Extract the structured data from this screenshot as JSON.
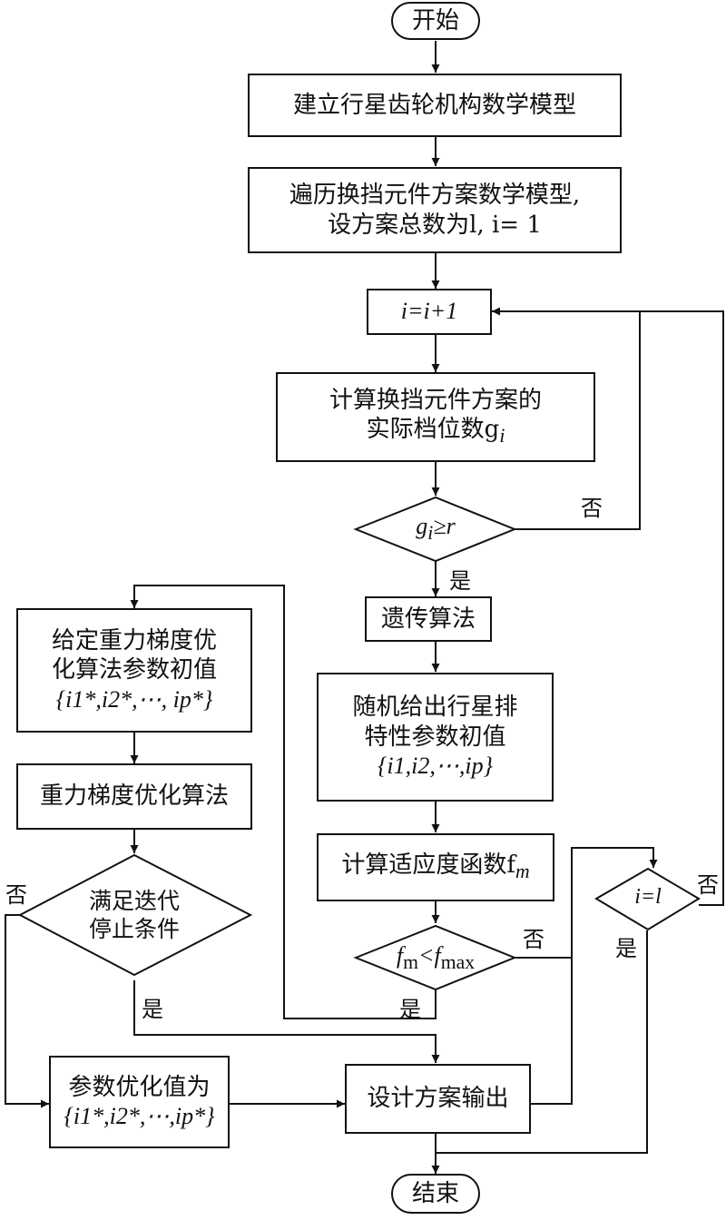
{
  "nodes": {
    "start": "开始",
    "build_model": "建立行星齿轮机构数学模型",
    "traverse_line1": "遍历换挡元件方案数学模型,",
    "traverse_line2": "设方案总数为l, i= 1",
    "increment": "i=i+1",
    "calc_gears_line1": "计算换挡元件方案的",
    "calc_gears_line2": "实际档位数g",
    "calc_gears_sub": "i",
    "decision_gi": "g",
    "decision_gi_sub": "i",
    "decision_gi_rest": "≥r",
    "genetic": "遗传算法",
    "random_init_line1": "随机给出行星排",
    "random_init_line2": "特性参数初值",
    "random_init_set": "{i1,i2,⋯,ip}",
    "fitness": "计算适应度函数f",
    "fitness_sub": "m",
    "decision_fm_a": "f",
    "decision_fm_sub1": "m",
    "decision_fm_mid": "<f",
    "decision_fm_sub2": "max",
    "decision_i_eq_l": "i=l",
    "gsa_init_line1": "给定重力梯度优",
    "gsa_init_line2": "化算法参数初值",
    "gsa_init_set": "{i1*,i2*,⋯, ip*}",
    "gsa": "重力梯度优化算法",
    "decision_stop_line1": "满足迭代",
    "decision_stop_line2": "停止条件",
    "param_opt_line1": "参数优化值为",
    "param_opt_set": "{i1*,i2*,⋯,ip*}",
    "output": "设计方案输出",
    "end": "结束"
  },
  "labels": {
    "no_gi": "否",
    "yes_gi": "是",
    "no_fm": "否",
    "yes_fm": "是",
    "no_il": "否",
    "yes_il": "是",
    "no_stop": "否",
    "yes_stop": "是"
  },
  "colors": {
    "stroke": "#111111",
    "background": "#ffffff"
  }
}
